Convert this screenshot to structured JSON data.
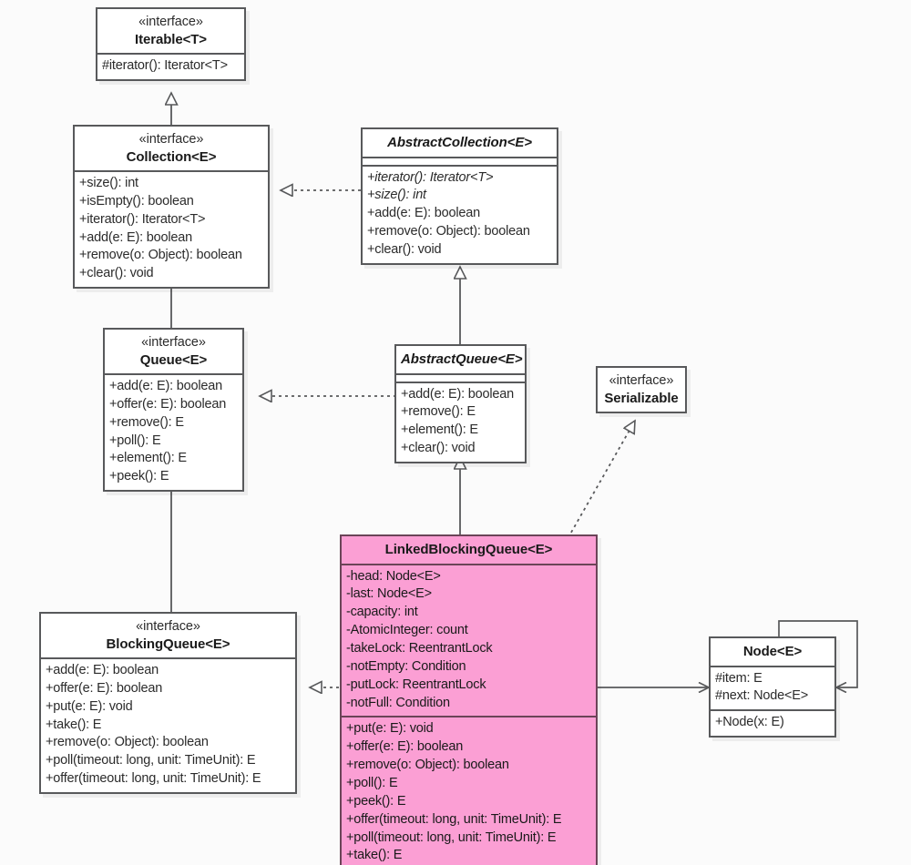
{
  "diagram": {
    "title": "LinkedBlockingQueue UML class diagram",
    "accent_pink": "#fb9fd4",
    "line_color": "#58595b",
    "background": "#fbfbfb"
  },
  "classes": {
    "iterable": {
      "stereotype": "«interface»",
      "name": "Iterable<T>",
      "abstract": false,
      "attributes": [],
      "operations": [
        "#iterator(): Iterator<T>"
      ]
    },
    "collection": {
      "stereotype": "«interface»",
      "name": "Collection<E>",
      "abstract": false,
      "attributes": [],
      "operations": [
        "+size(): int",
        "+isEmpty(): boolean",
        "+iterator(): Iterator<T>",
        "+add(e: E): boolean",
        "+remove(o: Object): boolean",
        "+clear(): void"
      ]
    },
    "abstractCollection": {
      "stereotype": "",
      "name": "AbstractCollection<E>",
      "abstract": true,
      "attributes": [],
      "operations": [
        "+iterator(): Iterator<T>",
        "+size(): int",
        "+add(e: E): boolean",
        "+remove(o: Object): boolean",
        "+clear(): void"
      ],
      "abstract_operations": [
        0,
        1
      ]
    },
    "queue": {
      "stereotype": "«interface»",
      "name": "Queue<E>",
      "abstract": false,
      "attributes": [],
      "operations": [
        "+add(e: E): boolean",
        "+offer(e: E): boolean",
        "+remove(): E",
        "+poll(): E",
        "+element(): E",
        "+peek(): E"
      ]
    },
    "abstractQueue": {
      "stereotype": "",
      "name": "AbstractQueue<E>",
      "abstract": true,
      "attributes": [],
      "operations": [
        "+add(e: E): boolean",
        "+remove(): E",
        "+element(): E",
        "+clear(): void"
      ]
    },
    "serializable": {
      "stereotype": "«interface»",
      "name": "Serializable",
      "abstract": false,
      "attributes": [],
      "operations": []
    },
    "blockingQueue": {
      "stereotype": "«interface»",
      "name": "BlockingQueue<E>",
      "abstract": false,
      "attributes": [],
      "operations": [
        "+add(e: E): boolean",
        "+offer(e: E): boolean",
        "+put(e: E): void",
        "+take(): E",
        "+remove(o: Object): boolean",
        "+poll(timeout: long, unit: TimeUnit): E",
        "+offer(timeout: long, unit: TimeUnit): E"
      ]
    },
    "linkedBlockingQueue": {
      "stereotype": "",
      "name": "LinkedBlockingQueue<E>",
      "abstract": false,
      "attributes": [
        "-head: Node<E>",
        "-last: Node<E>",
        "-capacity: int",
        "-AtomicInteger: count",
        "-takeLock: ReentrantLock",
        "-notEmpty: Condition",
        "-putLock: ReentrantLock",
        "-notFull: Condition"
      ],
      "operations": [
        "+put(e: E): void",
        "+offer(e: E): boolean",
        "+remove(o: Object): boolean",
        "+poll(): E",
        "+peek(): E",
        "+offer(timeout: long, unit: TimeUnit): E",
        "+poll(timeout: long, unit: TimeUnit): E",
        "+take(): E"
      ]
    },
    "node": {
      "stereotype": "",
      "name": "Node<E>",
      "abstract": false,
      "attributes": [
        "#item: E",
        "#next: Node<E>"
      ],
      "operations": [
        "+Node(x: E)"
      ]
    }
  },
  "relationships": [
    {
      "id": "collection-to-iterable",
      "type": "generalization",
      "from": "Collection<E>",
      "to": "Iterable<T>",
      "style": "solid",
      "arrow": "hollow-triangle"
    },
    {
      "id": "abstractcollection-to-collection",
      "type": "realization",
      "from": "AbstractCollection<E>",
      "to": "Collection<E>",
      "style": "dashed",
      "arrow": "hollow-triangle"
    },
    {
      "id": "queue-to-collection",
      "type": "generalization",
      "from": "Queue<E>",
      "to": "Collection<E>",
      "style": "solid",
      "arrow": "hollow-triangle"
    },
    {
      "id": "abstractqueue-to-abstractcollection",
      "type": "generalization",
      "from": "AbstractQueue<E>",
      "to": "AbstractCollection<E>",
      "style": "solid",
      "arrow": "hollow-triangle"
    },
    {
      "id": "abstractqueue-to-queue",
      "type": "realization",
      "from": "AbstractQueue<E>",
      "to": "Queue<E>",
      "style": "dashed",
      "arrow": "hollow-triangle"
    },
    {
      "id": "blockingqueue-to-queue",
      "type": "generalization",
      "from": "BlockingQueue<E>",
      "to": "Queue<E>",
      "style": "solid",
      "arrow": "hollow-triangle"
    },
    {
      "id": "linkedblockingqueue-to-abstractqueue",
      "type": "generalization",
      "from": "LinkedBlockingQueue<E>",
      "to": "AbstractQueue<E>",
      "style": "solid",
      "arrow": "hollow-triangle"
    },
    {
      "id": "linkedblockingqueue-to-serializable",
      "type": "realization",
      "from": "LinkedBlockingQueue<E>",
      "to": "Serializable",
      "style": "dashed",
      "arrow": "hollow-triangle"
    },
    {
      "id": "linkedblockingqueue-to-blockingqueue",
      "type": "realization",
      "from": "LinkedBlockingQueue<E>",
      "to": "BlockingQueue<E>",
      "style": "dashed",
      "arrow": "hollow-triangle"
    },
    {
      "id": "linkedblockingqueue-to-node",
      "type": "association",
      "from": "LinkedBlockingQueue<E>",
      "to": "Node<E>",
      "style": "solid",
      "arrow": "open-arrow"
    },
    {
      "id": "node-to-node",
      "type": "association",
      "from": "Node<E>",
      "to": "Node<E>",
      "style": "solid",
      "arrow": "open-arrow"
    }
  ]
}
